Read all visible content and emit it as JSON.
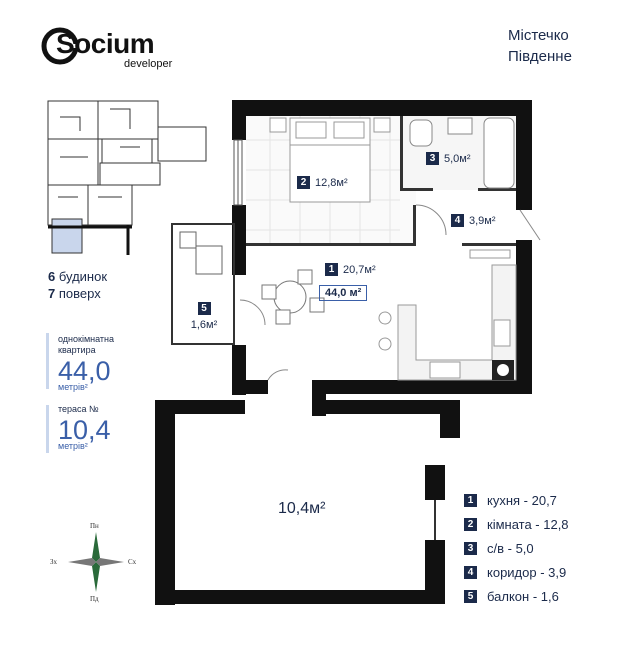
{
  "brand": {
    "name": "Socium",
    "sub": "developer"
  },
  "location": {
    "line1": "Містечко",
    "line2": "Південне"
  },
  "building": {
    "number": "6",
    "label": "будинок"
  },
  "floor": {
    "number": "7",
    "label": "поверх"
  },
  "apartment": {
    "label": "однокімнатна квартира",
    "area": "44,0",
    "unit": "метрів²"
  },
  "terrace": {
    "label": "тераса №",
    "area": "10,4",
    "unit": "метрів²"
  },
  "rooms": [
    {
      "num": "1",
      "area": "20,7м²"
    },
    {
      "num": "2",
      "area": "12,8м²"
    },
    {
      "num": "3",
      "area": "5,0м²"
    },
    {
      "num": "4",
      "area": "3,9м²"
    },
    {
      "num": "5",
      "area": "1,6м²"
    }
  ],
  "total_area": "44,0 м²",
  "terrace_area": "10,4м²",
  "legend": [
    {
      "num": "1",
      "text": "кухня - 20,7"
    },
    {
      "num": "2",
      "text": "кімната - 12,8"
    },
    {
      "num": "3",
      "text": "с/в - 5,0"
    },
    {
      "num": "4",
      "text": "коридор - 3,9"
    },
    {
      "num": "5",
      "text": "балкон - 1,6"
    }
  ],
  "compass": {
    "n": "Пн",
    "s": "Пд",
    "e": "Сх",
    "w": "Зх"
  },
  "colors": {
    "navy": "#1b2a4a",
    "accent": "#3a5fa8",
    "light": "#c9d6ec"
  }
}
